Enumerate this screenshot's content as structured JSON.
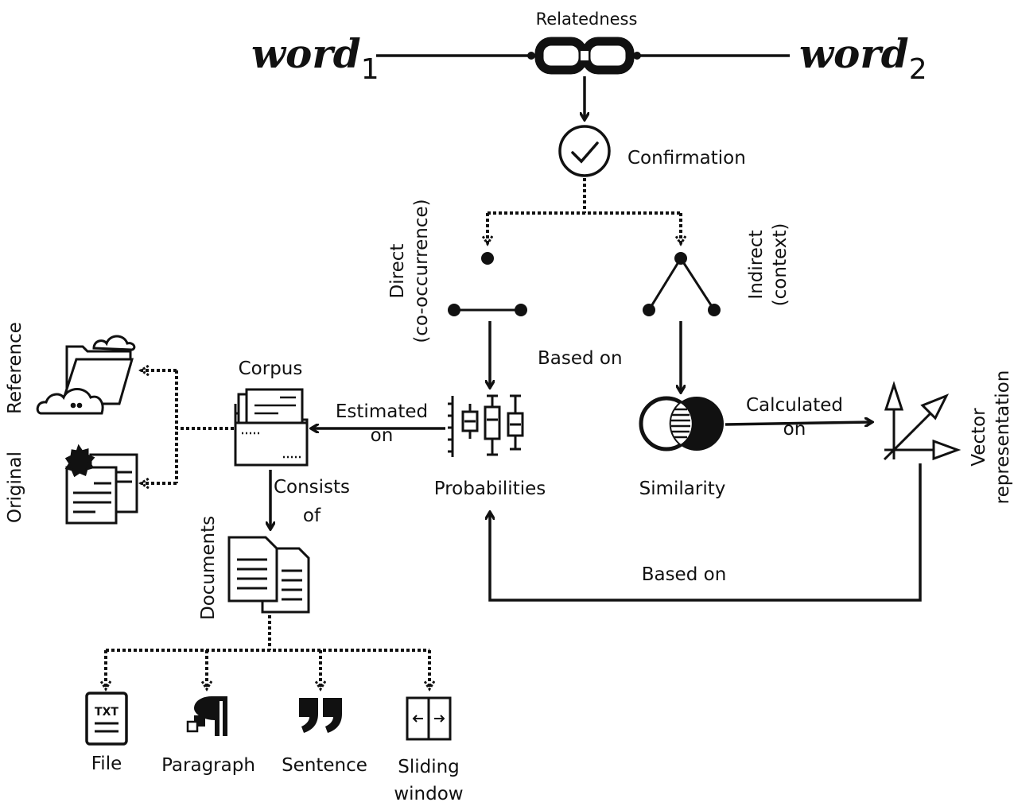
{
  "words": {
    "word1": "word",
    "word1_sub": "1",
    "word2": "word",
    "word2_sub": "2"
  },
  "labels": {
    "relatedness": "Relatedness",
    "confirmation": "Confirmation",
    "direct": "Direct",
    "direct_sub": "(co-occurrence)",
    "indirect": "Indirect",
    "indirect_sub": "(context)",
    "based_on_top": "Based on",
    "probabilities": "Probabilities",
    "similarity": "Similarity",
    "calculated": "Calculated",
    "calculated_on": "on",
    "vector": "Vector",
    "vector_sub": "representation",
    "based_on_bottom": "Based on",
    "estimated": "Estimated",
    "estimated_on": "on",
    "corpus": "Corpus",
    "consists": "Consists",
    "consists_of": "of",
    "reference": "Reference",
    "original": "Original",
    "documents": "Documents",
    "file": "File",
    "txt_badge": "TXT",
    "paragraph": "Paragraph",
    "sentence": "Sentence",
    "sliding": "Sliding",
    "window": "window"
  },
  "icons": {
    "relatedness": "chain-link-icon",
    "confirmation": "check-circle-icon",
    "direct": "two-node-graph-icon",
    "indirect": "three-node-graph-icon",
    "probabilities": "boxplot-icon",
    "similarity": "venn-diagram-icon",
    "vector": "vector-axes-icon",
    "corpus": "file-folder-icon",
    "reference": "cloud-folder-icon",
    "original": "certificate-document-icon",
    "documents": "documents-icon",
    "file": "txt-file-icon",
    "paragraph": "pilcrow-icon",
    "sentence": "quote-icon",
    "sliding": "sliding-window-icon"
  },
  "colors": {
    "ink": "#111111",
    "background": "#ffffff"
  }
}
